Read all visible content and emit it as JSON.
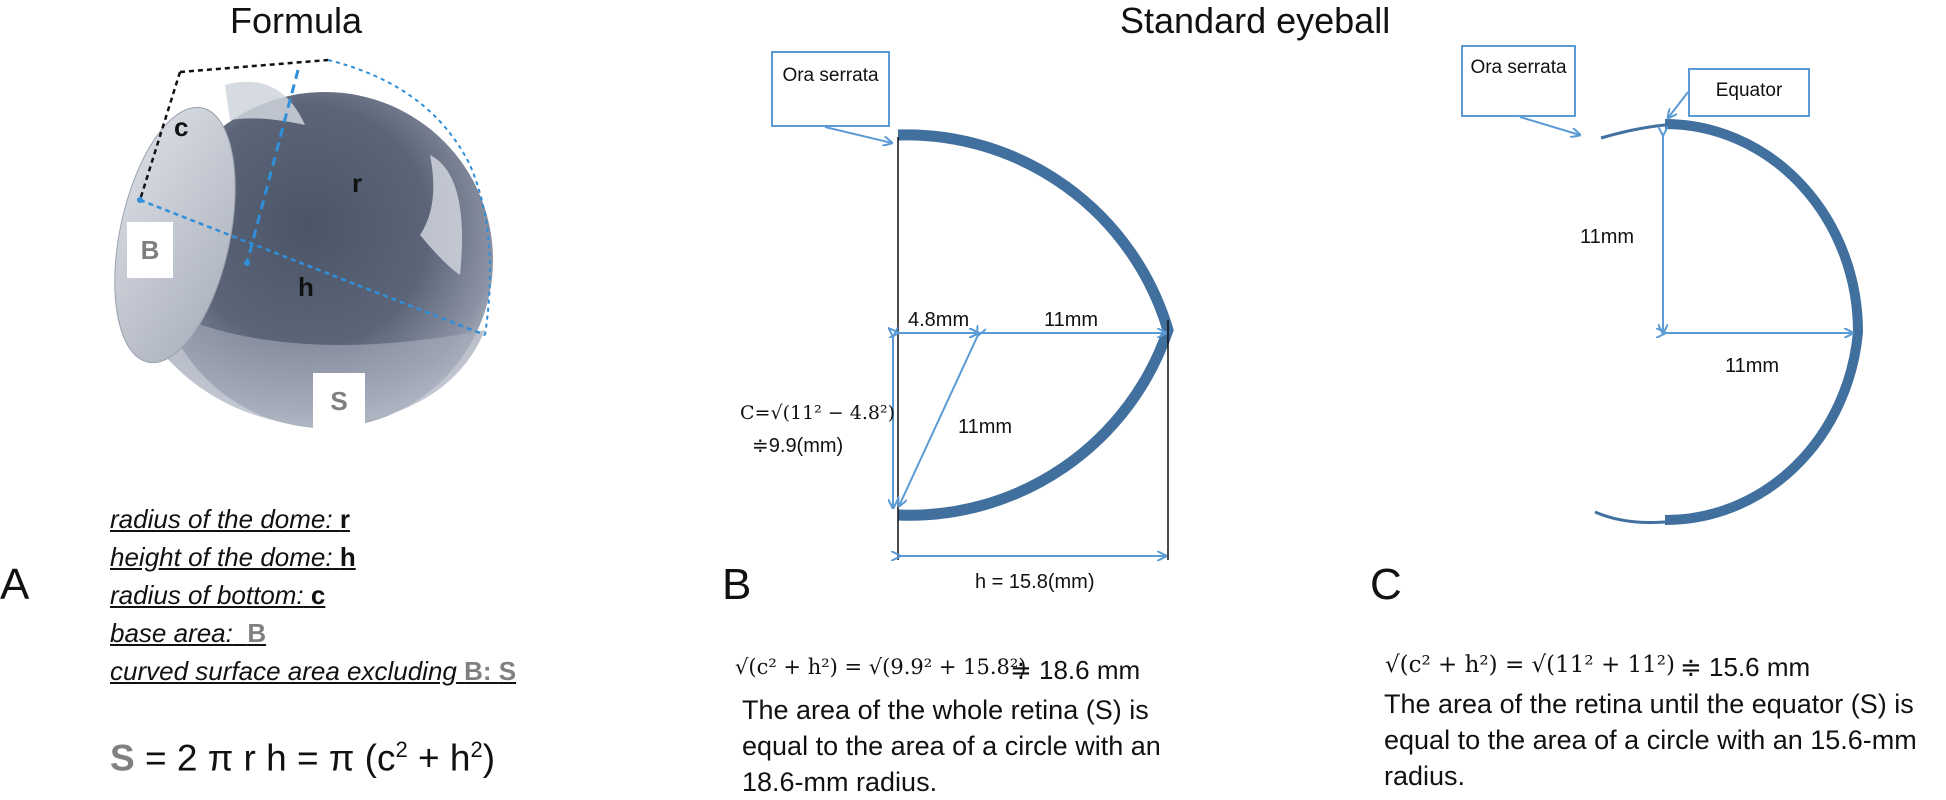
{
  "titles": {
    "formula": "Formula",
    "standard": "Standard eyeball"
  },
  "panel_letters": {
    "a": "A",
    "b": "B",
    "c": "C"
  },
  "dome_labels": {
    "c": "c",
    "r": "r",
    "h": "h",
    "b": "B",
    "s": "S"
  },
  "definitions": [
    {
      "text": "radius of the dome:",
      "symbol": "r"
    },
    {
      "text": "height of the dome:",
      "symbol": "h"
    },
    {
      "text": "radius of bottom:",
      "symbol": "c"
    },
    {
      "text": "base area:",
      "symbol": "B"
    },
    {
      "text": "curved surface area excluding",
      "symbol": "B",
      "symbol2": "S"
    }
  ],
  "formula": {
    "s": "S",
    "middle": "= 2 π r h = π (c",
    "sq1": "2",
    "plus": "+ h",
    "sq2": "2",
    "close": ")"
  },
  "panel_b": {
    "ora_serrata": "Ora serrata",
    "dim_4_8": "4.8mm",
    "dim_11_top": "11mm",
    "dim_11_diag": "11mm",
    "c_eq_line1": "C=√(11² − 4.8²)",
    "c_eq_line2": "≑9.9(mm)",
    "h_label": "h = 15.8(mm)",
    "result_eq": "√(c² + h²) = √(9.9² + 15.8²)",
    "result_value": "≑ 18.6 mm",
    "description": "The area of the whole retina (S) is equal to the area of a circle with an 18.6-mm radius."
  },
  "panel_c": {
    "ora_serrata": "Ora serrata",
    "equator": "Equator",
    "dim_vertical": "11mm",
    "dim_horizontal": "11mm",
    "result_eq": "√(c² + h²) = √(11² + 11²)",
    "result_value": "≑ 15.6 mm",
    "description": "The area of the retina until the equator (S) is equal to the area of a circle with an 15.6-mm radius."
  },
  "colors": {
    "retina": "#41709f",
    "arrow": "#5b9bd5",
    "dash_black": "#111111",
    "dash_blue": "#2f8fd8",
    "label_grey": "#7f7f7f"
  }
}
